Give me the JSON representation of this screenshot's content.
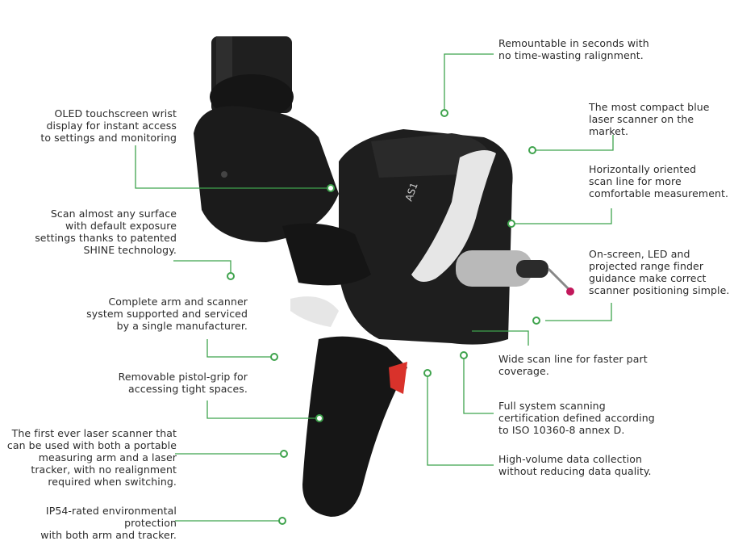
{
  "colors": {
    "accent_green": "#3fa34d",
    "device_body": "#1a1a1a",
    "device_trim": "#e6e6e6",
    "trigger": "#d9322b"
  },
  "device": {
    "model_label": "AS1"
  },
  "callouts": {
    "remountable": "Remountable in seconds with\nno time-wasting ralignment.",
    "compact": "The most compact blue\nlaser scanner on the market.",
    "horizontal": "Horizontally oriented\nscan line for more\ncomfortable measurement.",
    "range_finder": "On-screen, LED and\nprojected range finder\nguidance make correct\nscanner positioning simple.",
    "wide_scan": "Wide scan line for faster part\ncoverage.",
    "certification": "Full system scanning\ncertification defined according\nto ISO 10360-8 annex D.",
    "high_volume": "High-volume data collection\nwithout reducing data quality.",
    "oled": "OLED touchscreen wrist\ndisplay for instant access\nto settings and monitoring",
    "shine": "Scan almost any surface\nwith default exposure\nsettings thanks to patented\nSHINE technology.",
    "complete_system": "Complete arm and scanner\nsystem supported and serviced\nby a single manufacturer.",
    "pistol_grip": "Removable pistol-grip for\naccessing tight spaces.",
    "first_ever": "The first ever laser scanner that\ncan be used with both a portable\nmeasuring arm and a laser\ntracker, with no realignment\nrequired when switching.",
    "ip54": "IP54-rated environmental protection\nwith both arm and tracker."
  }
}
